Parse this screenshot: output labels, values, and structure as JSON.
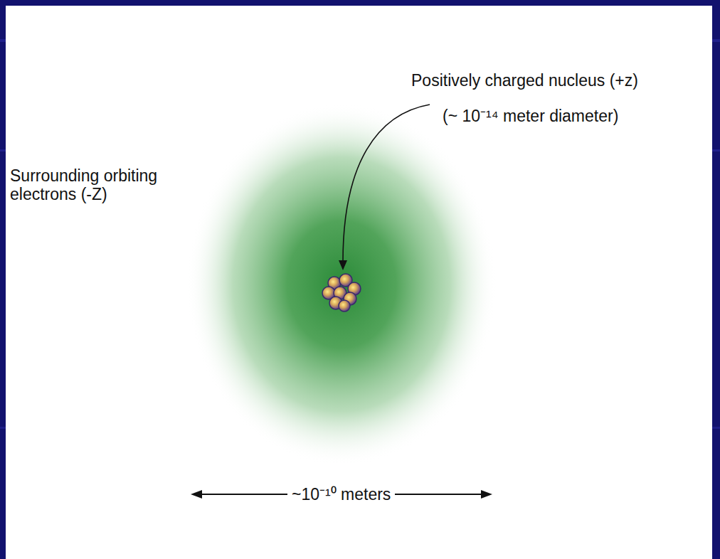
{
  "diagram": {
    "labels": [
      "Positively charged nucleus (+z)",
      "(~ 10⁻¹⁴ meter diameter)",
      "Surrounding orbiting electrons (-Z)",
      "~10⁻¹⁰ meters"
    ]
  }
}
